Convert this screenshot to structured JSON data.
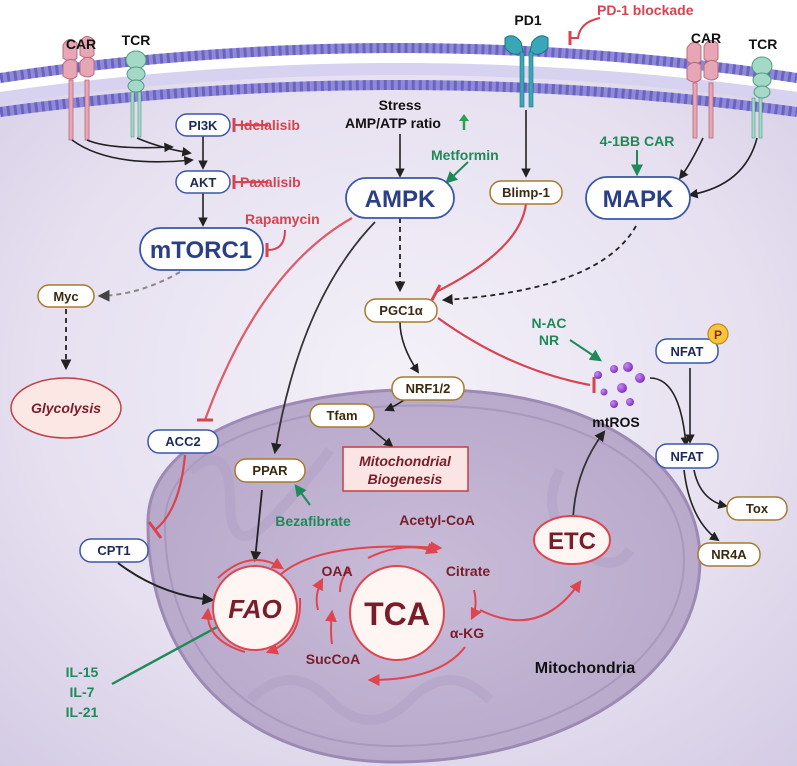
{
  "receptors": {
    "car_left": "CAR",
    "tcr_left": "TCR",
    "pd1": "PD1",
    "car_right": "CAR",
    "tcr_right": "TCR"
  },
  "inhibitors": {
    "pd1_blockade": "PD-1 blockade",
    "idelalisib": "Idelalisib",
    "paxalisib": "Paxalisib",
    "rapamycin": "Rapamycin"
  },
  "activators": {
    "metformin": "Metformin",
    "car_41bb": "4-1BB CAR",
    "n_ac": "N-AC",
    "nr": "NR",
    "bezafibrate": "Bezafibrate",
    "il15": "IL-15",
    "il7": "IL-7",
    "il21": "IL-21"
  },
  "stress": {
    "line1": "Stress",
    "line2": "AMP/ATP ratio"
  },
  "nodes": {
    "pi3k": "PI3K",
    "akt": "AKT",
    "mtorc1": "mTORC1",
    "myc": "Myc",
    "glycolysis": "Glycolysis",
    "ampk": "AMPK",
    "blimp1": "Blimp-1",
    "mapk": "MAPK",
    "pgc1a": "PGC1α",
    "nrf12": "NRF1/2",
    "tfam": "Tfam",
    "mito_biogenesis_1": "Mitochondrial",
    "mito_biogenesis_2": "Biogenesis",
    "acc2": "ACC2",
    "cpt1": "CPT1",
    "ppar": "PPAR",
    "mtros": "mtROS",
    "nfat_top": "NFAT",
    "phospho": "P",
    "nfat_bottom": "NFAT",
    "tox": "Tox",
    "nr4a": "NR4A",
    "etc": "ETC",
    "fao": "FAO",
    "tca": "TCA",
    "acetyl_coa": "Acetyl-CoA",
    "oaa": "OAA",
    "citrate": "Citrate",
    "succoa": "SucCoA",
    "akg": "α-KG",
    "mitochondria": "Mitochondria"
  },
  "colors": {
    "blue_node": "#3a56a8",
    "brown_node": "#a87a2a",
    "red_inhibitor": "#d8434f",
    "green_activator": "#1f8a58",
    "dark_red_text": "#7a1d2a",
    "cytoplasm": "#e7e2f1",
    "mito_fill": "#c5b9d6"
  }
}
